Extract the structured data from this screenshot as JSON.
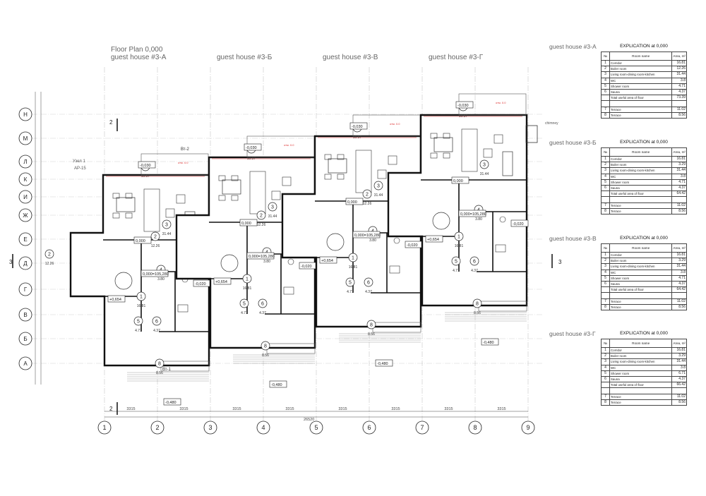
{
  "header": {
    "plan_title": "Floor Plan 0,000",
    "houses": [
      "guest house #3-А",
      "guest house #3-Б",
      "guest house #3-В",
      "guest house #3-Г"
    ]
  },
  "row_axes": [
    "Н",
    "М",
    "Л",
    "К",
    "И",
    "Ж",
    "Е",
    "Д",
    "Г",
    "В",
    "Б",
    "А"
  ],
  "col_axes": [
    "1",
    "2",
    "3",
    "4",
    "5",
    "6",
    "7",
    "8",
    "9"
  ],
  "bay_dims": [
    "3315",
    "3315",
    "3315",
    "3315",
    "3315",
    "3315",
    "3315",
    "3315"
  ],
  "overall_dim": "26520",
  "section_marks": {
    "horizontal": "3",
    "vertical": "2"
  },
  "level_marks": [
    "-0,480",
    "-0,030",
    "0,000",
    "+0,654",
    "-0,020",
    "0,000=105,280"
  ],
  "room_numbers": [
    "1",
    "2",
    "3",
    "4",
    "5",
    "6",
    "7",
    "8"
  ],
  "misc_labels": {
    "chimney": "chimney",
    "node": "Узел 1",
    "ap": "АР-15",
    "exit_left": "Вт-1",
    "exit_top": "Вт-2"
  },
  "explications": [
    {
      "label": "guest house #3-А",
      "title": "EXPLICATION at 0,000",
      "col_no": "№",
      "col_name": "Room name",
      "col_area": "Area, m²",
      "rows": [
        {
          "n": "1",
          "name": "Corridor",
          "area": "16.81"
        },
        {
          "n": "2",
          "name": "Boiler room",
          "area": "12.26"
        },
        {
          "n": "3",
          "name": "Living room-dining room-kitchen",
          "area": "31.44"
        },
        {
          "n": "4",
          "name": "WC",
          "area": "3.8"
        },
        {
          "n": "5",
          "name": "Shower room",
          "area": "4.71"
        },
        {
          "n": "6",
          "name": "Sauna",
          "area": "4.37"
        },
        {
          "n": "",
          "name": "Total useful area of floor",
          "area": "73.39"
        },
        {
          "n": "",
          "name": "",
          "area": ""
        },
        {
          "n": "7",
          "name": "Terrace",
          "area": "11.02"
        },
        {
          "n": "8",
          "name": "Terrace",
          "area": "8.56"
        }
      ]
    },
    {
      "label": "guest house #3-Б",
      "title": "EXPLICATION at  0,000",
      "col_no": "№",
      "col_name": "Room name",
      "col_area": "Area, m²",
      "rows": [
        {
          "n": "1",
          "name": "Corridor",
          "area": "16.81"
        },
        {
          "n": "2",
          "name": "Boiler room",
          "area": "3.29"
        },
        {
          "n": "3",
          "name": "Living room-dining room-kitchen",
          "area": "31.44"
        },
        {
          "n": "4",
          "name": "WC",
          "area": "3.8"
        },
        {
          "n": "5",
          "name": "Shower room",
          "area": "4.71"
        },
        {
          "n": "6",
          "name": "Sauna",
          "area": "4.37"
        },
        {
          "n": "",
          "name": "Total useful area of floor",
          "area": "64.42"
        },
        {
          "n": "",
          "name": "",
          "area": ""
        },
        {
          "n": "7",
          "name": "Terrace",
          "area": "11.02"
        },
        {
          "n": "8",
          "name": "Terrace",
          "area": "8.56"
        }
      ]
    },
    {
      "label": "guest house #3-В",
      "title": "EXPLICATION at 0,000",
      "col_no": "№",
      "col_name": "Room name",
      "col_area": "Area, m²",
      "rows": [
        {
          "n": "1",
          "name": "Corridor",
          "area": "16.81"
        },
        {
          "n": "2",
          "name": "Boiler room",
          "area": "3.29"
        },
        {
          "n": "3",
          "name": "Living room-dining room-kitchen",
          "area": "31.44"
        },
        {
          "n": "4",
          "name": "WC",
          "area": "3.8"
        },
        {
          "n": "5",
          "name": "Shower room",
          "area": "4.71"
        },
        {
          "n": "6",
          "name": "Sauna",
          "area": "4.37"
        },
        {
          "n": "",
          "name": "Total useful area of floor",
          "area": "64.42"
        },
        {
          "n": "",
          "name": "",
          "area": ""
        },
        {
          "n": "7",
          "name": "Terrace",
          "area": "11.02"
        },
        {
          "n": "8",
          "name": "Terrace",
          "area": "8.56"
        }
      ]
    },
    {
      "label": "guest house #3-Г",
      "title": "EXPLICATION at 0,000",
      "col_no": "№",
      "col_name": "Room name",
      "col_area": "Area, m²",
      "rows": [
        {
          "n": "1",
          "name": "Corridor",
          "area": "16.81"
        },
        {
          "n": "2",
          "name": "Boiler room",
          "area": "3.29"
        },
        {
          "n": "3",
          "name": "Living room-dining room-kitchen",
          "area": "31.44"
        },
        {
          "n": "4",
          "name": "WC",
          "area": "3.8"
        },
        {
          "n": "5",
          "name": "Shower room",
          "area": "6.71"
        },
        {
          "n": "6",
          "name": "Sauna",
          "area": "4.37"
        },
        {
          "n": "",
          "name": "Total useful area of floor",
          "area": "66.42"
        },
        {
          "n": "",
          "name": "",
          "area": ""
        },
        {
          "n": "7",
          "name": "Terrace",
          "area": "11.02"
        },
        {
          "n": "8",
          "name": "Terrace",
          "area": "8.56"
        }
      ]
    }
  ]
}
